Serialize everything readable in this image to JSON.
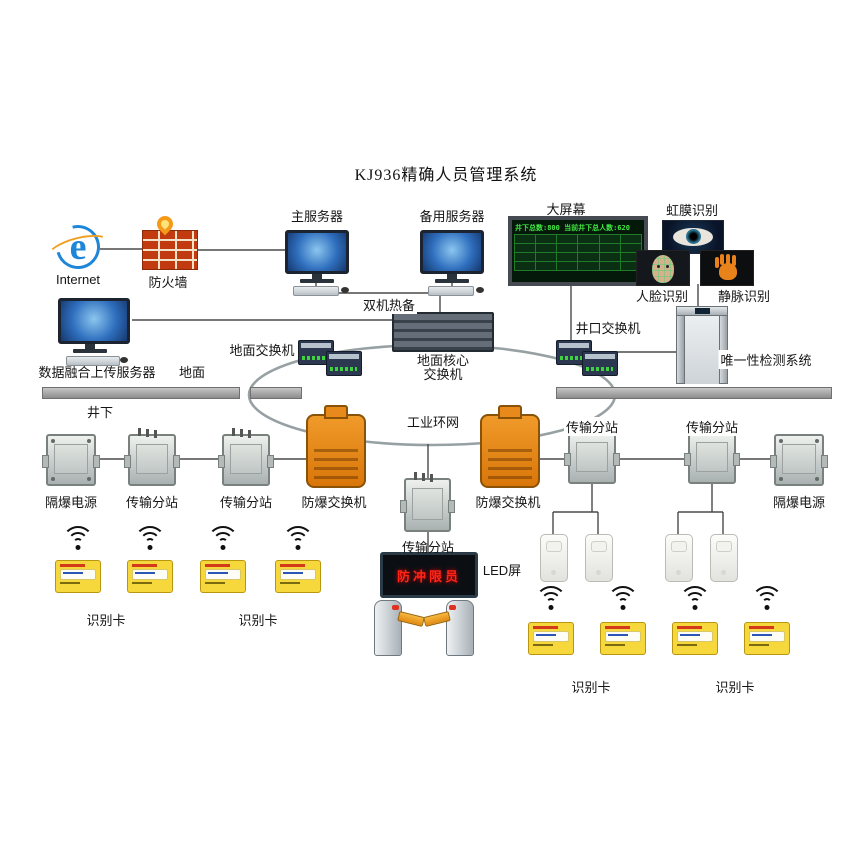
{
  "labels": {
    "title": "KJ936精确人员管理系统",
    "internet": "Internet",
    "firewall": "防火墙",
    "main_server": "主服务器",
    "backup_server": "备用服务器",
    "hot_backup": "双机热备",
    "big_screen": "大屏幕",
    "screen_header": "井下总数:800 当前井下总人数:620",
    "iris": "虹膜识别",
    "face": "人脸识别",
    "vein": "静脉识别",
    "data_server": "数据融合上传服务器",
    "ground": "地面",
    "underground": "井下",
    "ground_switch": "地面交换机",
    "core_switch_1": "地面核心",
    "core_switch_2": "交换机",
    "wellhead_switch": "井口交换机",
    "uniqueness": "唯一性检测系统",
    "ring": "工业环网",
    "power_left": "隔爆电源",
    "power_right": "隔爆电源",
    "sub_left_1": "传输分站",
    "sub_left_2": "传输分站",
    "sub_middle": "传输分站",
    "sub_right_1": "传输分站",
    "sub_right_2": "传输分站",
    "exp_switch_left": "防爆交换机",
    "exp_switch_right": "防爆交换机",
    "led_screen": "LED屏",
    "led_text": "防冲限员",
    "id_card_left_1": "识别卡",
    "id_card_left_2": "识别卡",
    "id_card_right_1": "识别卡",
    "id_card_right_2": "识别卡"
  },
  "colors": {
    "orange_device": "#e8891c",
    "led_red": "#ff2618",
    "screen_green": "#41e841",
    "card_yellow": "#f6d73c"
  }
}
